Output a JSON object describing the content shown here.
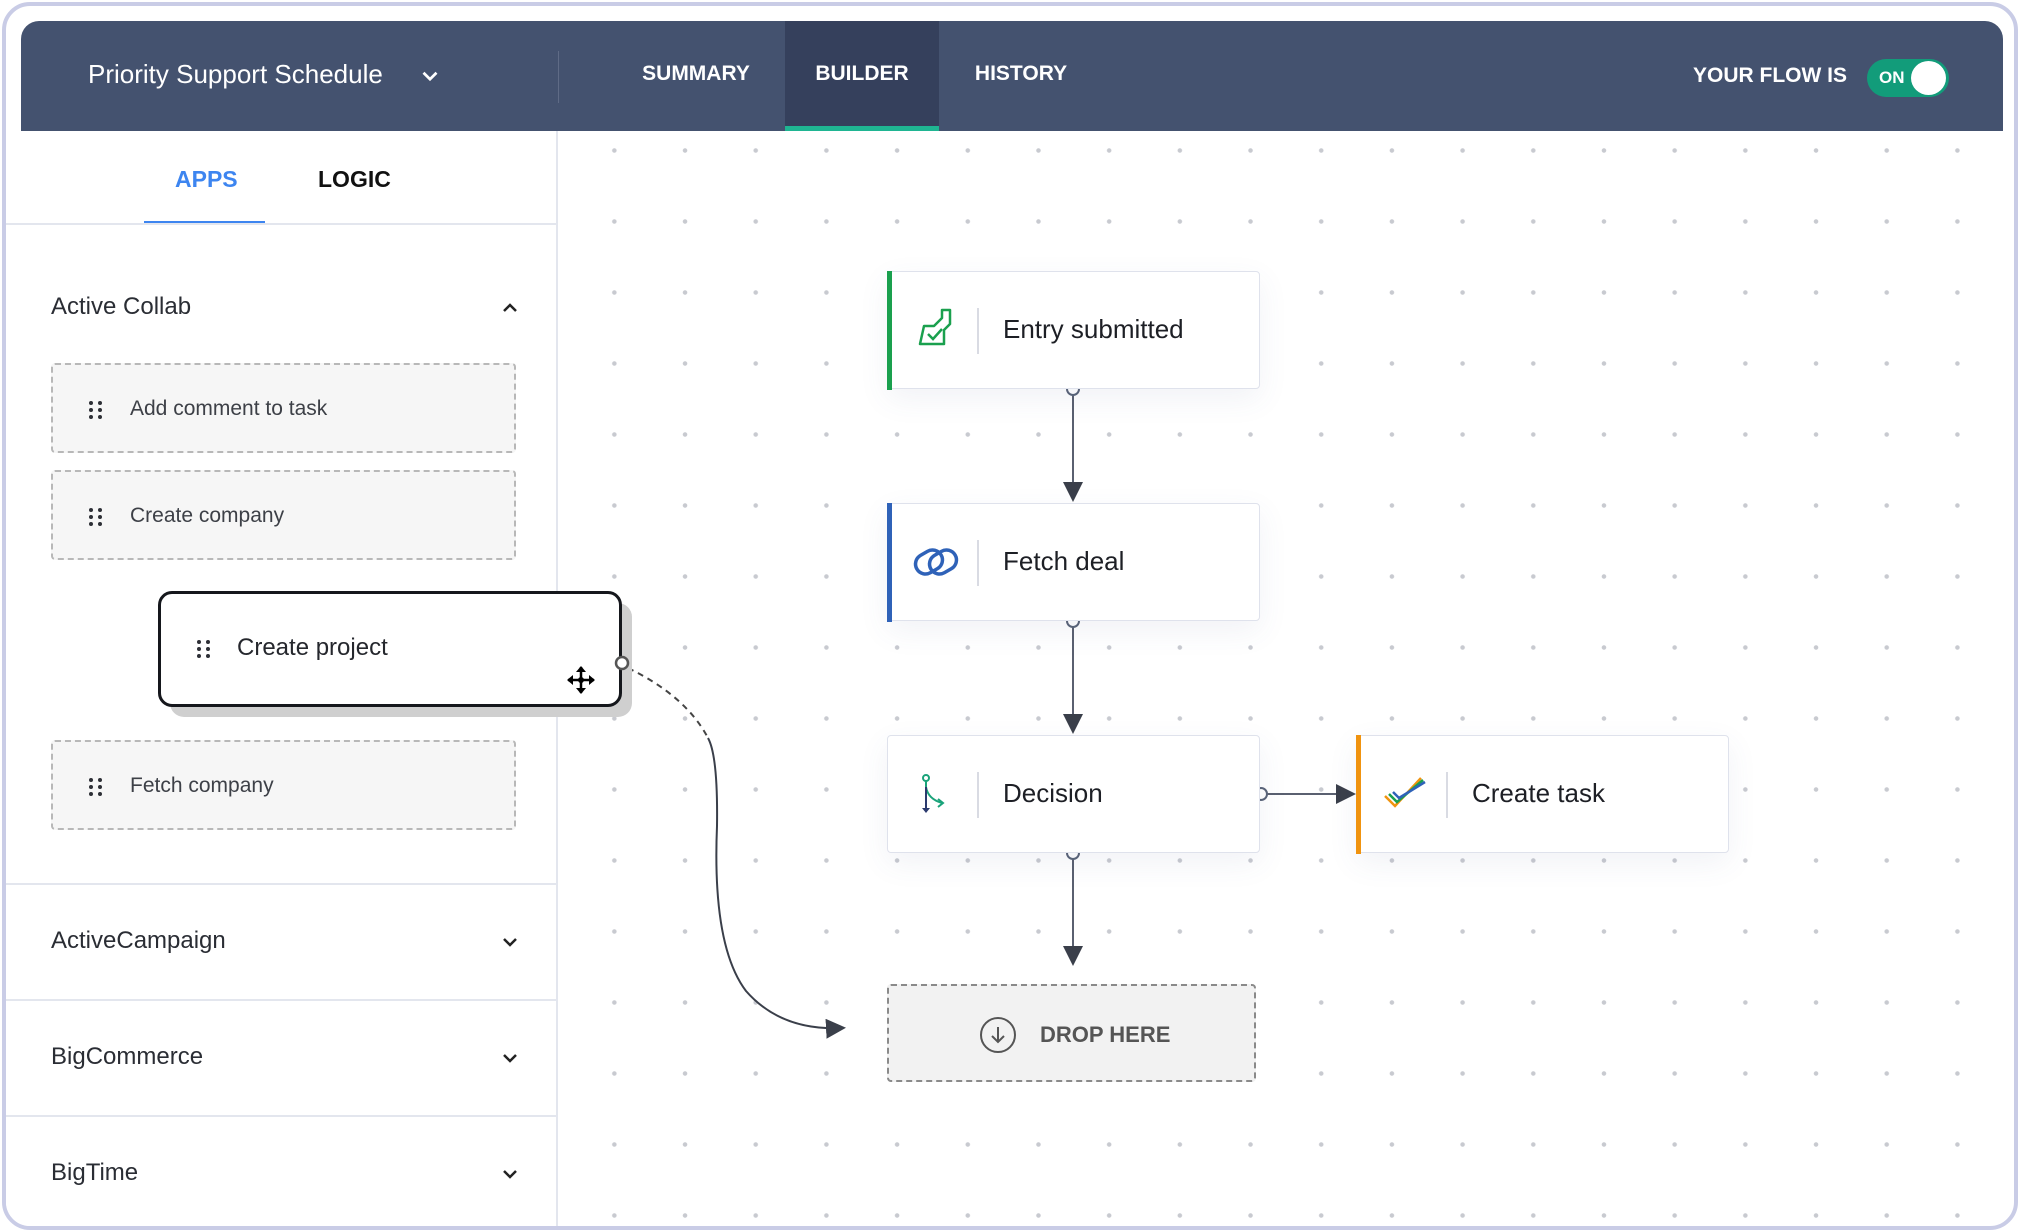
{
  "header": {
    "flow_title": "Priority Support Schedule",
    "tabs": [
      {
        "label": "SUMMARY"
      },
      {
        "label": "BUILDER",
        "active": true
      },
      {
        "label": "HISTORY"
      }
    ],
    "flow_status_label": "YOUR FLOW IS",
    "toggle": {
      "label": "ON",
      "on": true,
      "color": "#129c7a"
    }
  },
  "sidebar": {
    "tabs": [
      {
        "label": "APPS",
        "active": true
      },
      {
        "label": "LOGIC"
      }
    ],
    "groups": [
      {
        "name": "Active Collab",
        "expanded": true,
        "items": [
          "Add comment to task",
          "Create company",
          "Create project",
          "Fetch company"
        ]
      },
      {
        "name": "ActiveCampaign",
        "expanded": false
      },
      {
        "name": "BigCommerce",
        "expanded": false
      },
      {
        "name": "BigTime",
        "expanded": false
      }
    ],
    "dragging_item": "Create project"
  },
  "canvas": {
    "nodes": [
      {
        "label": "Entry submitted",
        "icon": "form-entry-icon",
        "accent": "#1aa04e"
      },
      {
        "label": "Fetch deal",
        "icon": "crm-link-icon",
        "accent": "#2f62b8"
      },
      {
        "label": "Decision",
        "icon": "decision-branch-icon",
        "accent": ""
      },
      {
        "label": "Create task",
        "icon": "task-check-icon",
        "accent": "#f0930f"
      }
    ],
    "drop_zone": {
      "label": "DROP HERE",
      "icon": "arrow-down-circle-icon"
    }
  }
}
